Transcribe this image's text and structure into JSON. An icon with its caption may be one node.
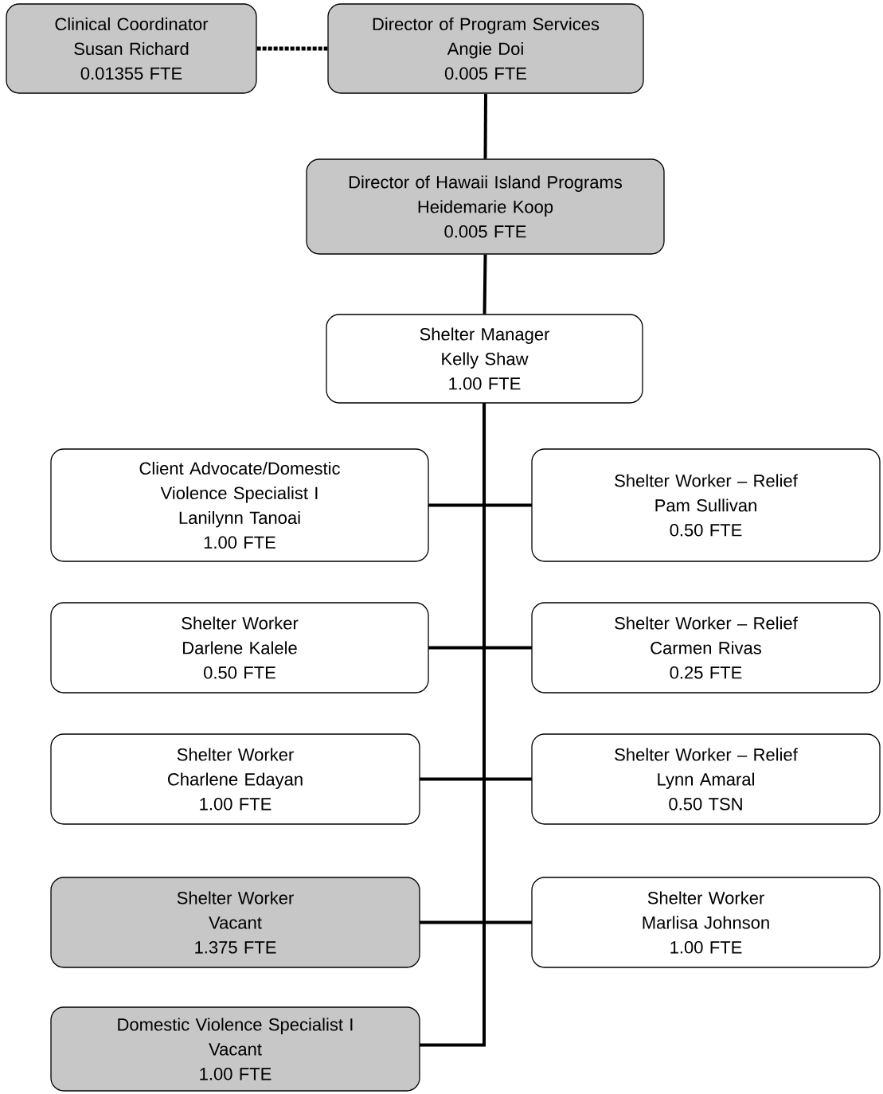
{
  "diagram": {
    "nodes": [
      {
        "text": [
          "Clinical Coordinator",
          "Susan Richard",
          "0.01355 FTE"
        ]
      },
      {
        "text": [
          "Director of Program Services",
          "Angie Doi",
          "0.005 FTE"
        ]
      },
      {
        "text": [
          "Director of Hawaii Island Programs",
          "Heidemarie Koop",
          "0.005 FTE"
        ]
      },
      {
        "text": [
          "Shelter Manager",
          "Kelly Shaw",
          "1.00 FTE"
        ]
      },
      {
        "text": [
          "Client Advocate/Domestic Violence Specialist I",
          "Lanilynn Tanoai",
          "1.00 FTE"
        ]
      },
      {
        "text": [
          "Shelter Worker – Relief",
          "Pam Sullivan",
          "0.50 FTE"
        ]
      },
      {
        "text": [
          "Shelter Worker",
          "Darlene Kalele",
          "0.50 FTE"
        ]
      },
      {
        "text": [
          "Shelter Worker – Relief",
          "Carmen Rivas",
          "0.25 FTE"
        ]
      },
      {
        "text": [
          "Shelter Worker",
          "Charlene Edayan",
          "1.00 FTE"
        ]
      },
      {
        "text": [
          "Shelter Worker – Relief",
          "Lynn Amaral",
          "0.50 TSN"
        ]
      },
      {
        "text": [
          "Shelter Worker",
          "Vacant",
          "1.375 FTE"
        ]
      },
      {
        "text": [
          "Shelter Worker",
          "Marlisa Johnson",
          "1.00 FTE"
        ]
      },
      {
        "text": [
          "Domestic Violence Specialist I",
          "Vacant",
          "1.00 FTE"
        ]
      }
    ],
    "edges": [
      {
        "from": 0,
        "to": 1,
        "arrow": "none",
        "style": "dashed"
      },
      {
        "from": 1,
        "to": 2,
        "arrow": "none"
      },
      {
        "from": 2,
        "to": 3,
        "arrow": "none"
      },
      {
        "from": 3,
        "to": 4,
        "arrow": "none"
      },
      {
        "from": 3,
        "to": 5,
        "arrow": "none"
      },
      {
        "from": 3,
        "to": 6,
        "arrow": "none"
      },
      {
        "from": 3,
        "to": 7,
        "arrow": "none"
      },
      {
        "from": 3,
        "to": 8,
        "arrow": "none"
      },
      {
        "from": 3,
        "to": 9,
        "arrow": "none"
      },
      {
        "from": 3,
        "to": 10,
        "arrow": "none"
      },
      {
        "from": 3,
        "to": 11,
        "arrow": "none"
      },
      {
        "from": 3,
        "to": 12,
        "arrow": "none"
      }
    ]
  }
}
